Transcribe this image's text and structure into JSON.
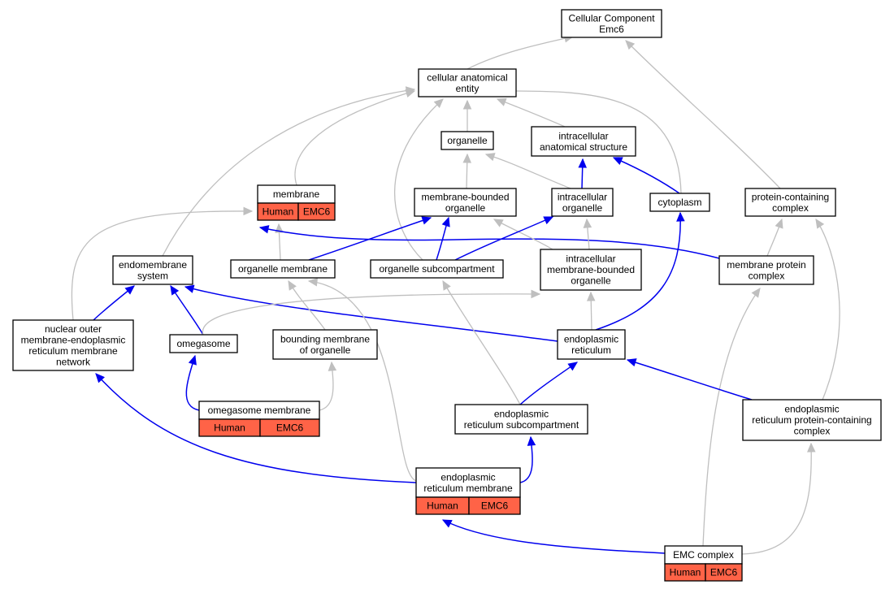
{
  "nodes": [
    {
      "id": "cc",
      "lines": [
        "Cellular Component",
        "Emc6"
      ]
    },
    {
      "id": "cae",
      "lines": [
        "cellular anatomical",
        "entity"
      ]
    },
    {
      "id": "org",
      "lines": [
        "organelle"
      ]
    },
    {
      "id": "ias",
      "lines": [
        "intracellular",
        "anatomical structure"
      ]
    },
    {
      "id": "mem",
      "lines": [
        "membrane"
      ],
      "annot": [
        "Human",
        "EMC6"
      ]
    },
    {
      "id": "mbo",
      "lines": [
        "membrane-bounded",
        "organelle"
      ]
    },
    {
      "id": "io",
      "lines": [
        "intracellular",
        "organelle"
      ]
    },
    {
      "id": "cyto",
      "lines": [
        "cytoplasm"
      ]
    },
    {
      "id": "pcc",
      "lines": [
        "protein-containing",
        "complex"
      ]
    },
    {
      "id": "ems",
      "lines": [
        "endomembrane",
        "system"
      ]
    },
    {
      "id": "orgm",
      "lines": [
        "organelle membrane"
      ]
    },
    {
      "id": "osub",
      "lines": [
        "organelle subcompartment"
      ]
    },
    {
      "id": "imbo",
      "lines": [
        "intracellular",
        "membrane-bounded",
        "organelle"
      ]
    },
    {
      "id": "mpc",
      "lines": [
        "membrane protein",
        "complex"
      ]
    },
    {
      "id": "nom",
      "lines": [
        "nuclear outer",
        "membrane-endoplasmic",
        "reticulum membrane",
        "network"
      ]
    },
    {
      "id": "omg",
      "lines": [
        "omegasome"
      ]
    },
    {
      "id": "bmo",
      "lines": [
        "bounding membrane",
        "of organelle"
      ]
    },
    {
      "id": "er",
      "lines": [
        "endoplasmic",
        "reticulum"
      ]
    },
    {
      "id": "omgm",
      "lines": [
        "omegasome membrane"
      ],
      "annot": [
        "Human",
        "EMC6"
      ]
    },
    {
      "id": "ersub",
      "lines": [
        "endoplasmic",
        "reticulum subcompartment"
      ]
    },
    {
      "id": "erpcc",
      "lines": [
        "endoplasmic",
        "reticulum protein-containing",
        "complex"
      ]
    },
    {
      "id": "erm",
      "lines": [
        "endoplasmic",
        "reticulum membrane"
      ],
      "annot": [
        "Human",
        "EMC6"
      ]
    },
    {
      "id": "emc",
      "lines": [
        "EMC complex"
      ],
      "annot": [
        "Human",
        "EMC6"
      ]
    }
  ],
  "edges": [
    {
      "from": "cae",
      "to": "cc",
      "type": "is_a"
    },
    {
      "from": "pcc",
      "to": "cc",
      "type": "is_a"
    },
    {
      "from": "org",
      "to": "cae",
      "type": "is_a"
    },
    {
      "from": "ias",
      "to": "cae",
      "type": "is_a"
    },
    {
      "from": "mem",
      "to": "cae",
      "type": "is_a"
    },
    {
      "from": "ems",
      "to": "cae",
      "type": "is_a"
    },
    {
      "from": "osub",
      "to": "cae",
      "type": "is_a"
    },
    {
      "from": "cyto",
      "to": "cae",
      "type": "is_a"
    },
    {
      "from": "mbo",
      "to": "org",
      "type": "is_a"
    },
    {
      "from": "io",
      "to": "org",
      "type": "is_a"
    },
    {
      "from": "io",
      "to": "ias",
      "type": "part_of"
    },
    {
      "from": "cyto",
      "to": "ias",
      "type": "part_of"
    },
    {
      "from": "orgm",
      "to": "mem",
      "type": "is_a"
    },
    {
      "from": "nom",
      "to": "mem",
      "type": "is_a"
    },
    {
      "from": "mpc",
      "to": "mem",
      "type": "part_of"
    },
    {
      "from": "orgm",
      "to": "mbo",
      "type": "part_of"
    },
    {
      "from": "osub",
      "to": "mbo",
      "type": "part_of"
    },
    {
      "from": "imbo",
      "to": "mbo",
      "type": "is_a"
    },
    {
      "from": "osub",
      "to": "io",
      "type": "part_of"
    },
    {
      "from": "imbo",
      "to": "io",
      "type": "is_a"
    },
    {
      "from": "er",
      "to": "cyto",
      "type": "part_of"
    },
    {
      "from": "mpc",
      "to": "pcc",
      "type": "is_a"
    },
    {
      "from": "erpcc",
      "to": "pcc",
      "type": "is_a"
    },
    {
      "from": "nom",
      "to": "ems",
      "type": "part_of"
    },
    {
      "from": "omg",
      "to": "ems",
      "type": "part_of"
    },
    {
      "from": "er",
      "to": "ems",
      "type": "part_of"
    },
    {
      "from": "bmo",
      "to": "orgm",
      "type": "is_a"
    },
    {
      "from": "erm",
      "to": "orgm",
      "type": "is_a"
    },
    {
      "from": "ersub",
      "to": "osub",
      "type": "is_a"
    },
    {
      "from": "omg",
      "to": "imbo",
      "type": "is_a"
    },
    {
      "from": "er",
      "to": "imbo",
      "type": "is_a"
    },
    {
      "from": "emc",
      "to": "mpc",
      "type": "is_a"
    },
    {
      "from": "erm",
      "to": "nom",
      "type": "part_of"
    },
    {
      "from": "omgm",
      "to": "omg",
      "type": "part_of"
    },
    {
      "from": "omgm",
      "to": "bmo",
      "type": "is_a"
    },
    {
      "from": "ersub",
      "to": "er",
      "type": "part_of"
    },
    {
      "from": "erpcc",
      "to": "er",
      "type": "part_of"
    },
    {
      "from": "erm",
      "to": "ersub",
      "type": "part_of"
    },
    {
      "from": "emc",
      "to": "erpcc",
      "type": "is_a"
    },
    {
      "from": "emc",
      "to": "erm",
      "type": "part_of"
    }
  ],
  "colors": {
    "annotation": "#ff6347",
    "is_a": "#bfbfbf",
    "part_of": "#0000ee"
  }
}
